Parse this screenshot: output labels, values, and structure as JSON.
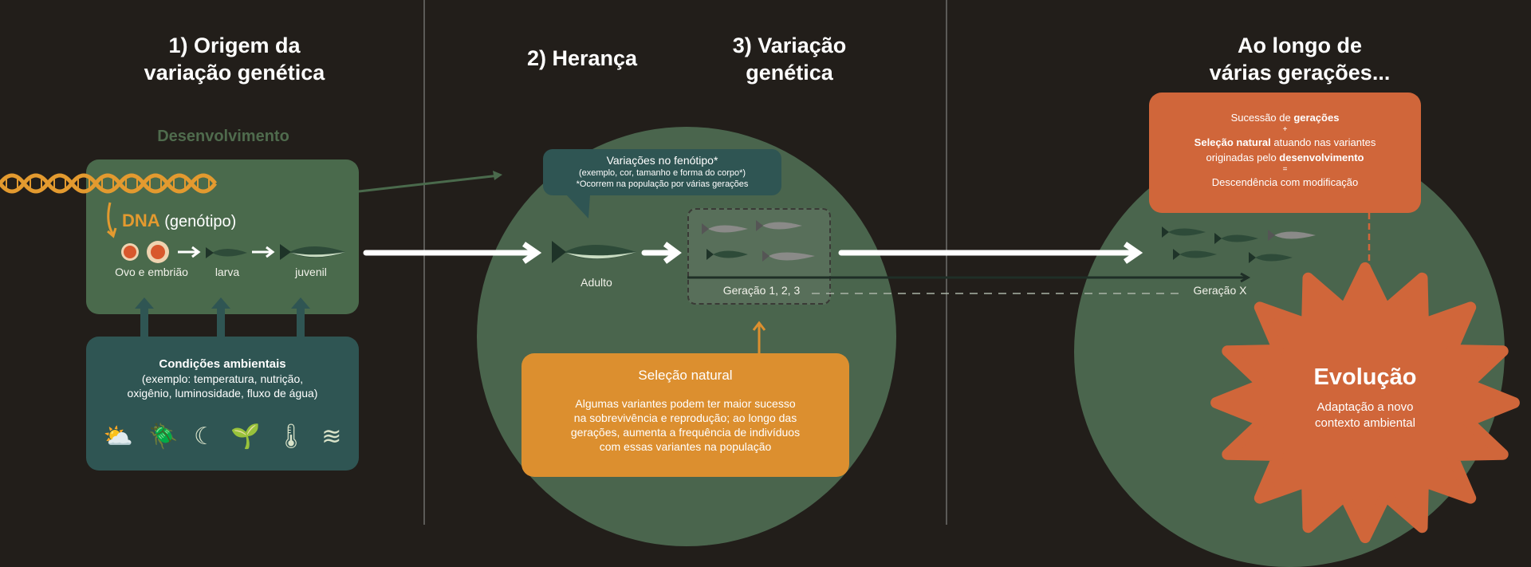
{
  "colors": {
    "background": "#221e1a",
    "green": "#4a654d",
    "teal": "#2f5553",
    "orange": "#dc8f2f",
    "red_orange": "#d0663a",
    "dna": "#e39a2f"
  },
  "titles": {
    "origin": [
      "1) Origem da",
      "variação genética"
    ],
    "inheritance": "2) Herança",
    "variation": [
      "3) Variação",
      "genética"
    ],
    "generations": [
      "Ao longo de",
      "várias gerações..."
    ]
  },
  "development": {
    "heading": "Desenvolvimento",
    "dna": "DNA",
    "genotype": "(genótipo)",
    "stages": [
      "Ovo e embrião",
      "larva",
      "juvenil"
    ]
  },
  "environment": {
    "heading": "Condições ambientais",
    "lines": [
      "(exemplo: temperatura, nutrição,",
      "oxigênio, luminosidade, fluxo de  água)"
    ],
    "icons": [
      "sun-cloud-icon",
      "beetle-icon",
      "moon-stars-icon",
      "sprout-icon",
      "thermometer-icon",
      "wind-icon"
    ]
  },
  "phenotype_bubble": {
    "heading": "Variações no fenótipo*",
    "line1": "(exemplo, cor, tamanho e forma do corpo*)",
    "line2": "*Ocorrem na população por várias gerações"
  },
  "adult_label": "Adulto",
  "generation_label": "Geração 1, 2, 3",
  "generation_x_label": "Geração X",
  "selection": {
    "heading": "Seleção natural",
    "lines": [
      "Algumas variantes podem ter maior sucesso",
      "na sobrevivência e reprodução; ao longo das",
      "gerações, aumenta a frequência de indivíduos",
      "com essas variantes na população"
    ]
  },
  "summary": {
    "l1a": "Sucessão de ",
    "l1b": "gerações",
    "plus": "+",
    "l2a": "Seleção natural",
    "l2b": " atuando nas variantes",
    "l3a": "originadas pelo ",
    "l3b": "desenvolvimento",
    "eq": "=",
    "l4": "Descendência com modificação"
  },
  "evolution": {
    "heading": "Evolução",
    "lines": [
      "Adaptação a novo",
      "contexto ambiental"
    ]
  }
}
